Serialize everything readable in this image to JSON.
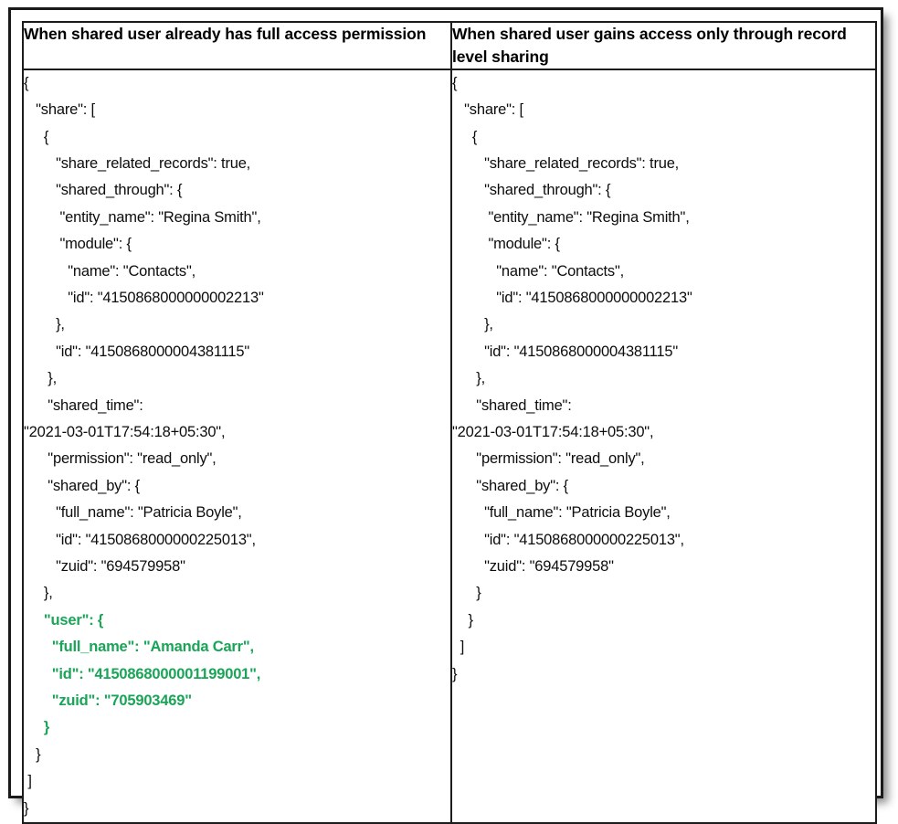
{
  "table": {
    "columns": [
      {
        "header": "When shared user already has full access permission",
        "highlight_color": "#1aa457",
        "code_lines": [
          {
            "text": "{",
            "highlight": false
          },
          {
            "text": "   \"share\": [",
            "highlight": false
          },
          {
            "text": "     {",
            "highlight": false
          },
          {
            "text": "        \"share_related_records\": true,",
            "highlight": false
          },
          {
            "text": "        \"shared_through\": {",
            "highlight": false
          },
          {
            "text": "         \"entity_name\": \"Regina Smith\",",
            "highlight": false
          },
          {
            "text": "         \"module\": {",
            "highlight": false
          },
          {
            "text": "           \"name\": \"Contacts\",",
            "highlight": false
          },
          {
            "text": "           \"id\": \"4150868000000002213\"",
            "highlight": false
          },
          {
            "text": "        },",
            "highlight": false
          },
          {
            "text": "        \"id\": \"4150868000004381115\"",
            "highlight": false
          },
          {
            "text": "      },",
            "highlight": false
          },
          {
            "text": "      \"shared_time\":",
            "highlight": false
          },
          {
            "text": "\"2021-03-01T17:54:18+05:30\",",
            "highlight": false
          },
          {
            "text": "      \"permission\": \"read_only\",",
            "highlight": false
          },
          {
            "text": "      \"shared_by\": {",
            "highlight": false
          },
          {
            "text": "        \"full_name\": \"Patricia Boyle\",",
            "highlight": false
          },
          {
            "text": "        \"id\": \"4150868000000225013\",",
            "highlight": false
          },
          {
            "text": "        \"zuid\": \"694579958\"",
            "highlight": false
          },
          {
            "text": "     },",
            "highlight": false
          },
          {
            "text": "     \"user\": {",
            "highlight": true
          },
          {
            "text": "       \"full_name\": \"Amanda Carr\",",
            "highlight": true
          },
          {
            "text": "       \"id\": \"4150868000001199001\",",
            "highlight": true
          },
          {
            "text": "       \"zuid\": \"705903469\"",
            "highlight": true
          },
          {
            "text": "     }",
            "highlight": true
          },
          {
            "text": "   }",
            "highlight": false
          },
          {
            "text": " ]",
            "highlight": false
          },
          {
            "text": "}",
            "highlight": false
          }
        ]
      },
      {
        "header": "When shared user gains access only through record level sharing",
        "highlight_color": "#1aa457",
        "code_lines": [
          {
            "text": "{",
            "highlight": false
          },
          {
            "text": "   \"share\": [",
            "highlight": false
          },
          {
            "text": "     {",
            "highlight": false
          },
          {
            "text": "        \"share_related_records\": true,",
            "highlight": false
          },
          {
            "text": "        \"shared_through\": {",
            "highlight": false
          },
          {
            "text": "         \"entity_name\": \"Regina Smith\",",
            "highlight": false
          },
          {
            "text": "         \"module\": {",
            "highlight": false
          },
          {
            "text": "           \"name\": \"Contacts\",",
            "highlight": false
          },
          {
            "text": "           \"id\": \"4150868000000002213\"",
            "highlight": false
          },
          {
            "text": "        },",
            "highlight": false
          },
          {
            "text": "        \"id\": \"4150868000004381115\"",
            "highlight": false
          },
          {
            "text": "      },",
            "highlight": false
          },
          {
            "text": "      \"shared_time\":",
            "highlight": false
          },
          {
            "text": "\"2021-03-01T17:54:18+05:30\",",
            "highlight": false
          },
          {
            "text": "      \"permission\": \"read_only\",",
            "highlight": false
          },
          {
            "text": "      \"shared_by\": {",
            "highlight": false
          },
          {
            "text": "        \"full_name\": \"Patricia Boyle\",",
            "highlight": false
          },
          {
            "text": "        \"id\": \"4150868000000225013\",",
            "highlight": false
          },
          {
            "text": "        \"zuid\": \"694579958\"",
            "highlight": false
          },
          {
            "text": "      }",
            "highlight": false
          },
          {
            "text": "    }",
            "highlight": false
          },
          {
            "text": "  ]",
            "highlight": false
          },
          {
            "text": "}",
            "highlight": false
          }
        ]
      }
    ]
  }
}
